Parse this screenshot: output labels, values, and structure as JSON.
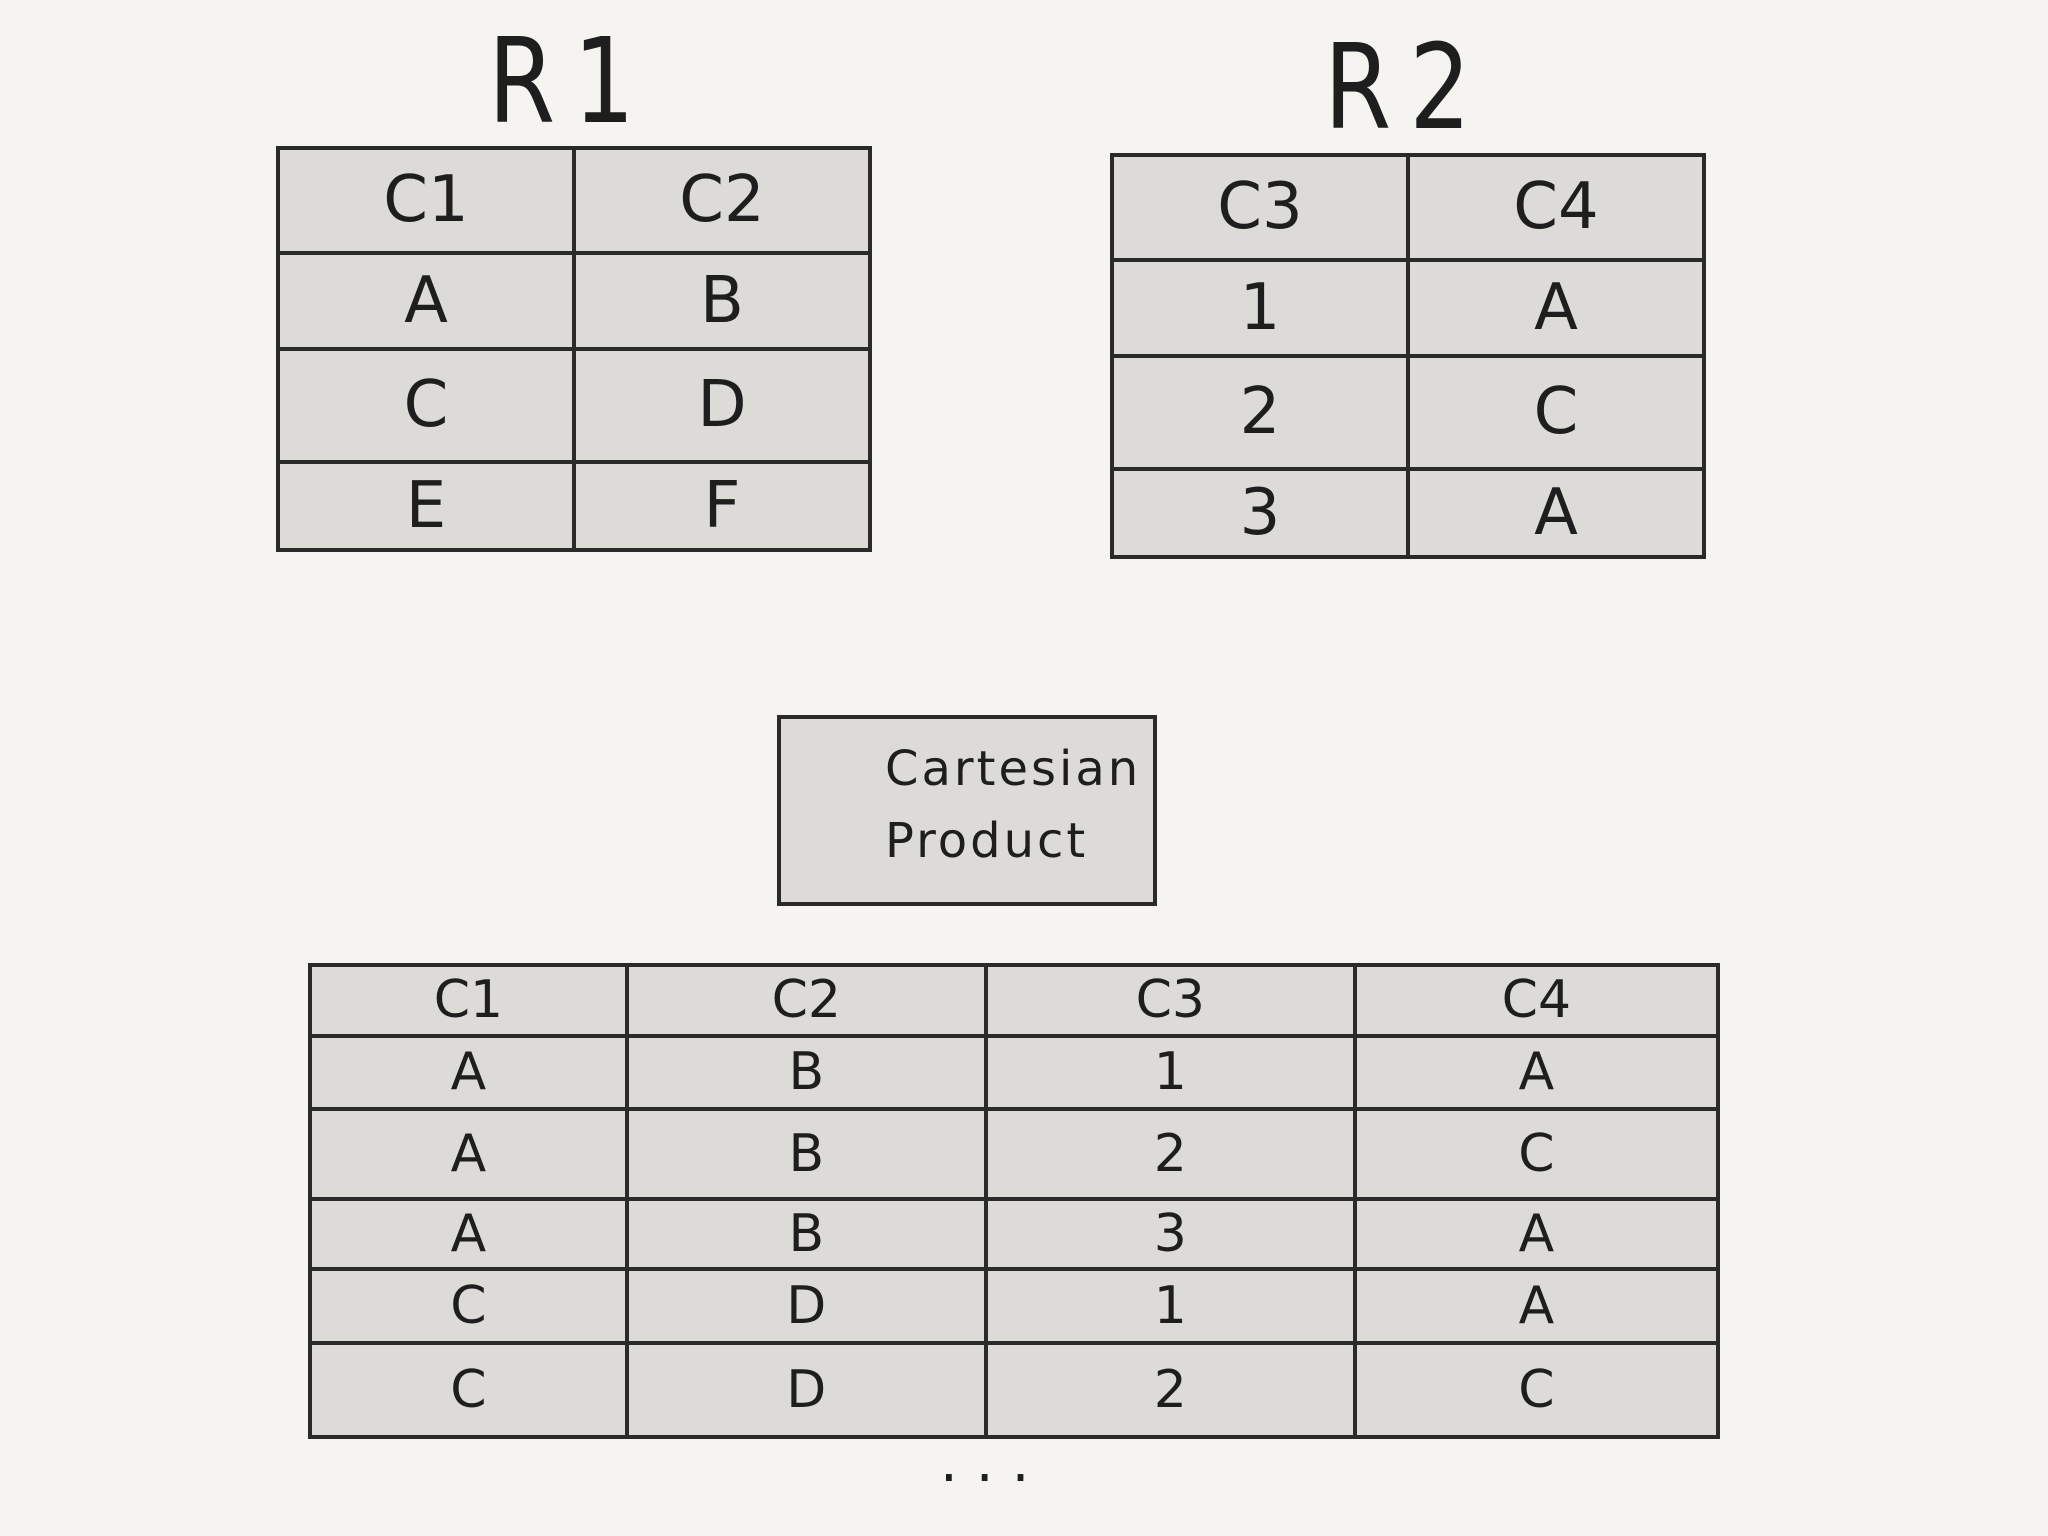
{
  "r1": {
    "title": "R1",
    "headers": [
      "C1",
      "C2"
    ],
    "rows": [
      [
        "A",
        "B"
      ],
      [
        "C",
        "D"
      ],
      [
        "E",
        "F"
      ]
    ]
  },
  "r2": {
    "title": "R2",
    "headers": [
      "C3",
      "C4"
    ],
    "rows": [
      [
        "1",
        "A"
      ],
      [
        "2",
        "C"
      ],
      [
        "3",
        "A"
      ]
    ]
  },
  "operation": {
    "line1": "Cartesian",
    "line2": "Product"
  },
  "result": {
    "headers": [
      "C1",
      "C2",
      "C3",
      "C4"
    ],
    "rows": [
      [
        "A",
        "B",
        "1",
        "A"
      ],
      [
        "A",
        "B",
        "2",
        "C"
      ],
      [
        "A",
        "B",
        "3",
        "A"
      ],
      [
        "C",
        "D",
        "1",
        "A"
      ],
      [
        "C",
        "D",
        "2",
        "C"
      ]
    ],
    "continuation": "..."
  }
}
